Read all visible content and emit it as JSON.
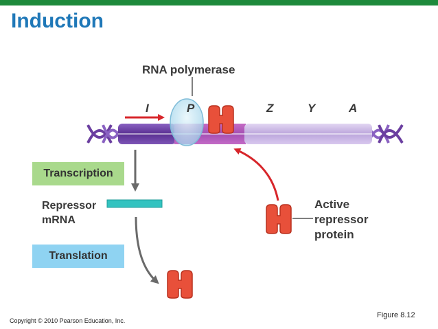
{
  "slide": {
    "title": "Induction",
    "copyright": "Copyright © 2010 Pearson Education, Inc.",
    "figure": "Figure 8.12"
  },
  "diagram": {
    "rna_polymerase": "RNA polymerase",
    "genes": {
      "i": "I",
      "p": "P",
      "z": "Z",
      "y": "Y",
      "a": "A"
    },
    "transcription": "Transcription",
    "repressor_mrna": [
      "Repressor",
      "mRNA"
    ],
    "translation": "Translation",
    "active_repressor": [
      "Active",
      "repressor",
      "protein"
    ]
  },
  "colors": {
    "accent_bar": "#1e8a3c",
    "title": "#1f78b8",
    "dna_dark": "#6b3fa0",
    "dna_light": "#c8b6e2",
    "repressor": "#e8503a",
    "arrow_red": "#d7262b",
    "arrow_gray": "#6a6a6a",
    "mrna": "#33c3c0",
    "transcription_box": "#a9d98c",
    "translation_box": "#8fd3f2"
  }
}
